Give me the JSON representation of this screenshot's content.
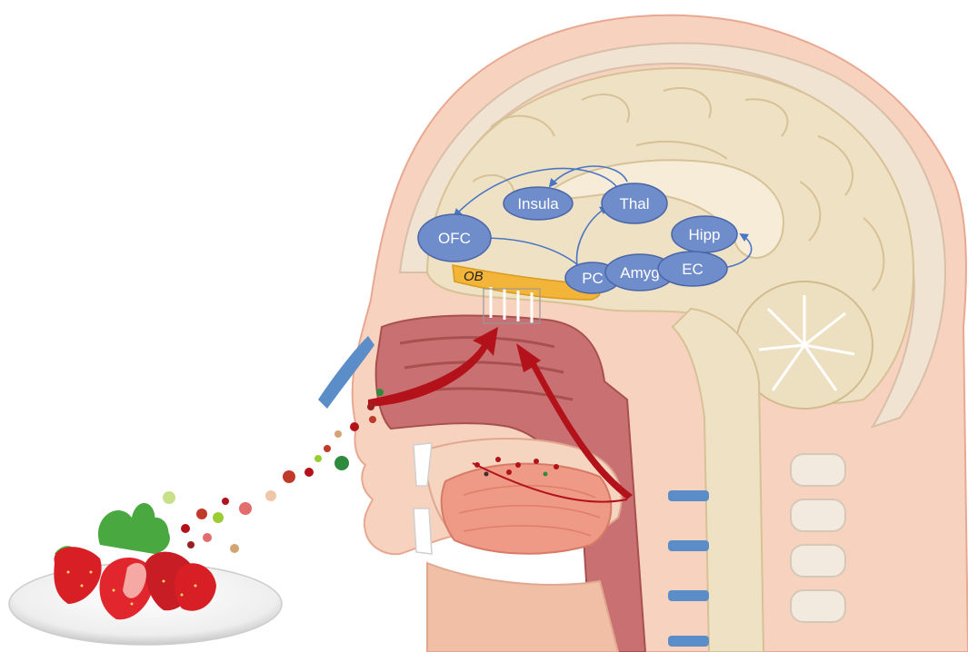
{
  "diagram": {
    "regions": {
      "ofc": "OFC",
      "insula": "Insula",
      "thal": "Thal",
      "hipp": "Hipp",
      "pc": "PC",
      "amyg": "Amyg",
      "ec": "EC",
      "ob": "OB"
    },
    "colors": {
      "region_fill": "#6f8ccb",
      "region_stroke": "#4a66a8",
      "connection": "#4a74c4",
      "olfactory_bulb": "#f2b53a",
      "airflow_arrow": "#b3121b",
      "skin": "#f5cdb8",
      "brain": "#efe2c4",
      "nasal_cavity": "#c97072"
    },
    "icons": [
      "strawberry-plate-icon",
      "odor-molecule-icon",
      "airflow-arrow-icon"
    ]
  }
}
